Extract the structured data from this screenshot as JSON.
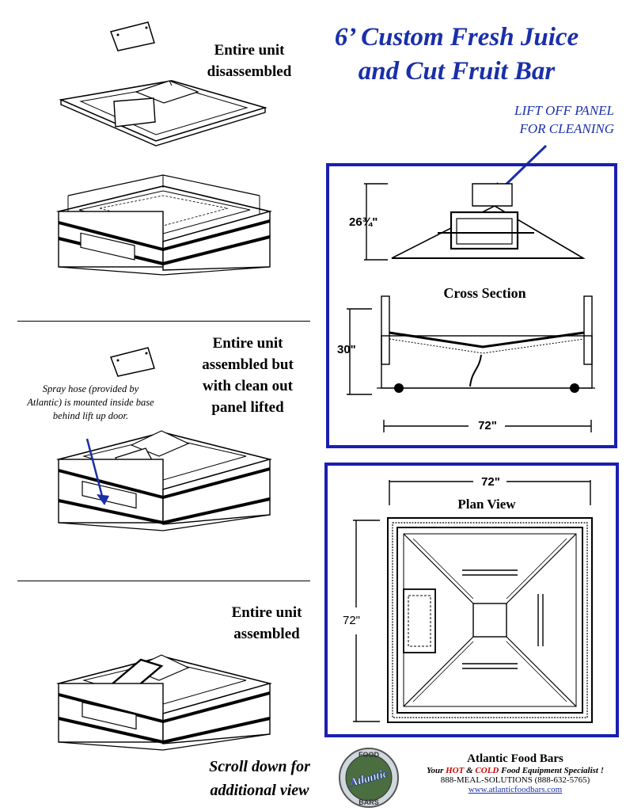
{
  "header": {
    "title_line1": "6’ Custom Fresh Juice",
    "title_line2": "and Cut Fruit Bar"
  },
  "left_column": {
    "section1": {
      "line1": "Entire unit",
      "line2": "disassembled"
    },
    "section2": {
      "line1": "Entire unit",
      "line2": "assembled but",
      "line3": "with clean out",
      "line4": "panel lifted",
      "note_line1": "Spray hose (provided by",
      "note_line2": "Atlantic) is mounted inside base",
      "note_line3": "behind lift up door."
    },
    "section3": {
      "line1": "Entire unit",
      "line2": "assembled"
    }
  },
  "cross_section": {
    "callout_line1": "LIFT OFF PANEL",
    "callout_line2": "FOR CLEANING",
    "label": "Cross Section",
    "dim_top": "26¾\"",
    "dim_height": "30\"",
    "dim_width": "72\""
  },
  "plan_view": {
    "label": "Plan View",
    "dim_width": "72\"",
    "dim_height": "72\""
  },
  "footer": {
    "scroll_line1": "Scroll down for",
    "scroll_line2": "additional view",
    "logo_top": "FOOD",
    "logo_main": "Atlantic",
    "logo_bottom": "BARS",
    "company": "Atlantic Food Bars",
    "slogan_a": "Your ",
    "slogan_hot": "HOT",
    "slogan_b": " & ",
    "slogan_cold": "COLD",
    "slogan_c": "  Food Equipment Specialist !",
    "phone": "888-MEAL-SOLUTIONS (888-632-5765)",
    "website": "www.atlanticfoodbars.com"
  },
  "colors": {
    "accent_blue": "#1a2fa8",
    "box_blue": "#1a1fb0",
    "hot_red": "#d40000"
  }
}
